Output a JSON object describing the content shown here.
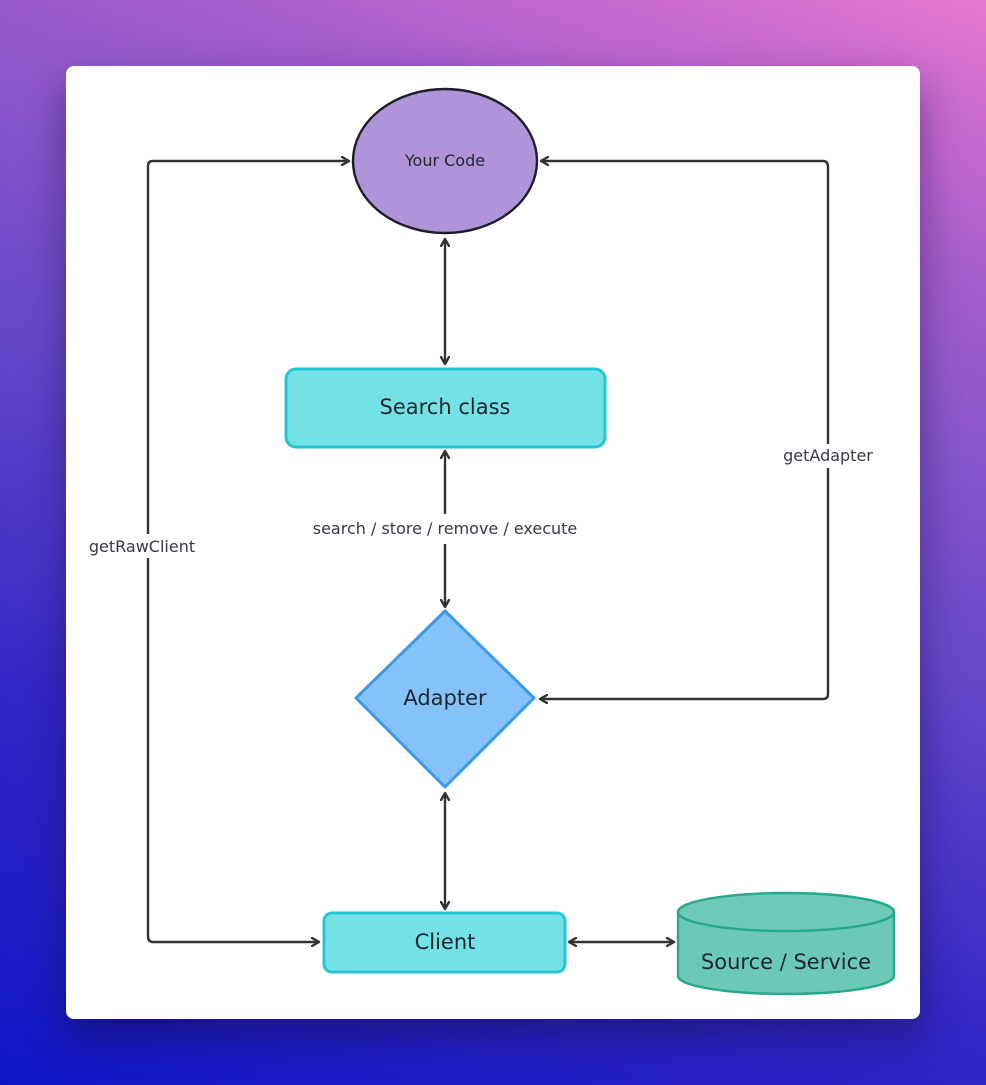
{
  "diagram": {
    "nodes": {
      "your_code": {
        "label": "Your Code",
        "shape": "ellipse",
        "fill": "#b094d9"
      },
      "search_class": {
        "label": "Search class",
        "shape": "rounded-rectangle",
        "fill": "#73e1e6"
      },
      "adapter": {
        "label": "Adapter",
        "shape": "diamond",
        "fill": "#85c2f9"
      },
      "client": {
        "label": "Client",
        "shape": "rounded-rectangle",
        "fill": "#73e1e6"
      },
      "source_service": {
        "label": "Source / Service",
        "shape": "cylinder",
        "fill": "#6cc9b5"
      }
    },
    "edges": {
      "code_search": {
        "from": "Your Code",
        "to": "Search class",
        "direction": "both",
        "label": ""
      },
      "search_adapter": {
        "from": "Search class",
        "to": "Adapter",
        "direction": "both",
        "label": "search / store / remove / execute"
      },
      "adapter_client": {
        "from": "Adapter",
        "to": "Client",
        "direction": "both",
        "label": ""
      },
      "client_source": {
        "from": "Client",
        "to": "Source / Service",
        "direction": "both",
        "label": ""
      },
      "raw_client": {
        "from": "Your Code",
        "to": "Client",
        "direction": "both",
        "label": "getRawClient"
      },
      "get_adapter": {
        "from": "Your Code",
        "to": "Adapter",
        "direction": "both",
        "label": "getAdapter"
      }
    },
    "colors": {
      "edge": "#333333",
      "cyan_stroke": "#25c6d3",
      "adapter_stroke": "#3c99e6",
      "your_code_stroke": "#1e1e28",
      "source_stroke": "#27a88d",
      "source_top": "#6ccab6"
    }
  }
}
